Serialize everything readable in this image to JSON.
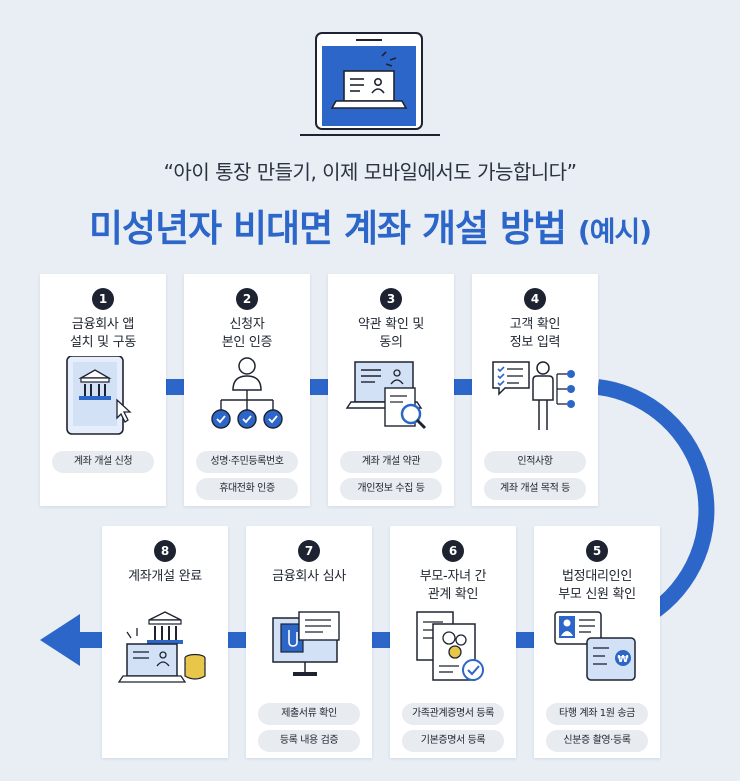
{
  "header": {
    "quote": "“아이 통장 만들기, 이제 모바일에서도 가능합니다”",
    "title": "미성년자 비대면 계좌 개설 방법",
    "title_suffix": "(예시)"
  },
  "steps": [
    {
      "number": "1",
      "title": "금융회사 앱\n설치 및 구동",
      "icon": "mobile-bank-app-icon",
      "details": [
        "계좌 개설 신청"
      ]
    },
    {
      "number": "2",
      "title": "신청자\n본인 인증",
      "icon": "identity-verification-icon",
      "details": [
        "성명·주민등록번호",
        "휴대전화 인증"
      ]
    },
    {
      "number": "3",
      "title": "약관 확인 및\n동의",
      "icon": "terms-review-icon",
      "details": [
        "계좌 개설 약관",
        "개인정보 수집 등"
      ]
    },
    {
      "number": "4",
      "title": "고객 확인\n정보 입력",
      "icon": "customer-info-input-icon",
      "details": [
        "인적사항",
        "계좌 개설 목적 등"
      ]
    },
    {
      "number": "5",
      "title": "법정대리인인\n부모 신원 확인",
      "icon": "parent-id-check-icon",
      "details": [
        "타행 계좌 1원 송금",
        "신분증 촬영·등록"
      ]
    },
    {
      "number": "6",
      "title": "부모-자녀 간\n관계 확인",
      "icon": "family-relation-document-icon",
      "details": [
        "가족관계증명서 등록",
        "기본증명서 등록"
      ]
    },
    {
      "number": "7",
      "title": "금융회사 심사",
      "icon": "document-review-monitor-icon",
      "details": [
        "제출서류 확인",
        "등록 내용 검증"
      ]
    },
    {
      "number": "8",
      "title": "계좌개설 완료",
      "icon": "account-complete-icon",
      "details": []
    }
  ],
  "colors": {
    "accent": "#2c66c9",
    "navy": "#1d2330",
    "background": "#e9eef5",
    "pill": "#e8ebf0"
  }
}
